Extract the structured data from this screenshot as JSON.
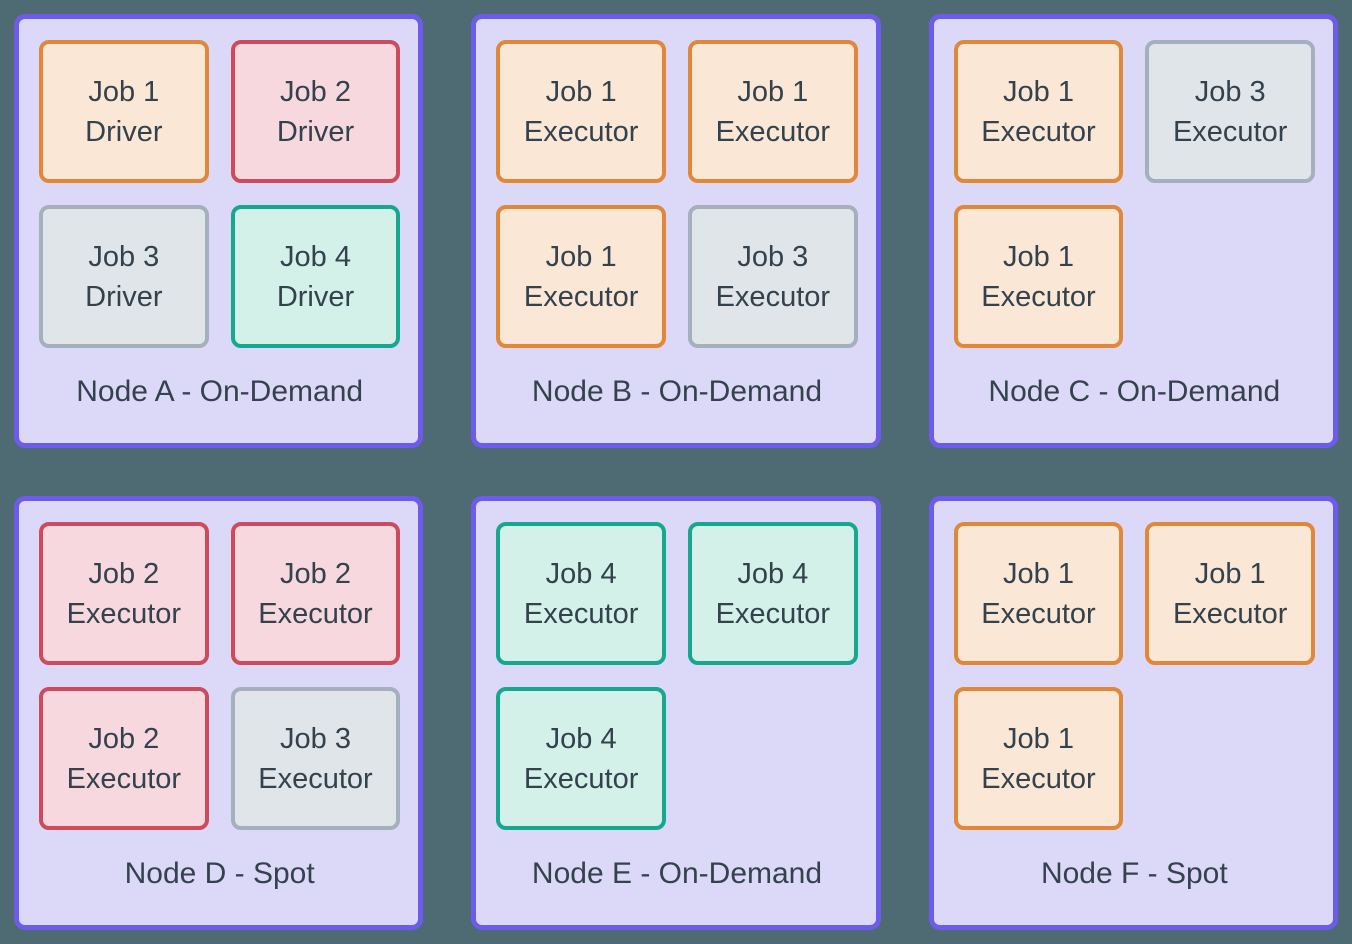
{
  "colors": {
    "background": "#4E6A72",
    "text": "#33424D",
    "node_border": "#6D5BEB",
    "node_fill": "#DCD8F8",
    "job_styles": {
      "orange": {
        "border": "#E0873A",
        "fill": "#FAE7D5"
      },
      "red": {
        "border": "#CC4B5C",
        "fill": "#F6D8DE"
      },
      "teal": {
        "border": "#16A78F",
        "fill": "#D3F1E9"
      },
      "gray": {
        "border": "#A4B0BB",
        "fill": "#E0E5E9"
      }
    }
  },
  "nodes": [
    {
      "id": "A",
      "label": "Node A - On-Demand",
      "jobs": [
        {
          "line1": "Job 1",
          "line2": "Driver",
          "style": "orange"
        },
        {
          "line1": "Job 2",
          "line2": "Driver",
          "style": "red"
        },
        {
          "line1": "Job 3",
          "line2": "Driver",
          "style": "gray"
        },
        {
          "line1": "Job 4",
          "line2": "Driver",
          "style": "teal"
        }
      ]
    },
    {
      "id": "B",
      "label": "Node B - On-Demand",
      "jobs": [
        {
          "line1": "Job 1",
          "line2": "Executor",
          "style": "orange"
        },
        {
          "line1": "Job 1",
          "line2": "Executor",
          "style": "orange"
        },
        {
          "line1": "Job 1",
          "line2": "Executor",
          "style": "orange"
        },
        {
          "line1": "Job 3",
          "line2": "Executor",
          "style": "gray"
        }
      ]
    },
    {
      "id": "C",
      "label": "Node C - On-Demand",
      "jobs": [
        {
          "line1": "Job 1",
          "line2": "Executor",
          "style": "orange"
        },
        {
          "line1": "Job 3",
          "line2": "Executor",
          "style": "gray"
        },
        {
          "line1": "Job 1",
          "line2": "Executor",
          "style": "orange"
        }
      ]
    },
    {
      "id": "D",
      "label": "Node D - Spot",
      "jobs": [
        {
          "line1": "Job 2",
          "line2": "Executor",
          "style": "red"
        },
        {
          "line1": "Job 2",
          "line2": "Executor",
          "style": "red"
        },
        {
          "line1": "Job 2",
          "line2": "Executor",
          "style": "red"
        },
        {
          "line1": "Job 3",
          "line2": "Executor",
          "style": "gray"
        }
      ]
    },
    {
      "id": "E",
      "label": "Node E - On-Demand",
      "jobs": [
        {
          "line1": "Job 4",
          "line2": "Executor",
          "style": "teal"
        },
        {
          "line1": "Job 4",
          "line2": "Executor",
          "style": "teal"
        },
        {
          "line1": "Job 4",
          "line2": "Executor",
          "style": "teal"
        }
      ]
    },
    {
      "id": "F",
      "label": "Node F - Spot",
      "jobs": [
        {
          "line1": "Job 1",
          "line2": "Executor",
          "style": "orange"
        },
        {
          "line1": "Job 1",
          "line2": "Executor",
          "style": "orange"
        },
        {
          "line1": "Job 1",
          "line2": "Executor",
          "style": "orange"
        }
      ]
    }
  ]
}
